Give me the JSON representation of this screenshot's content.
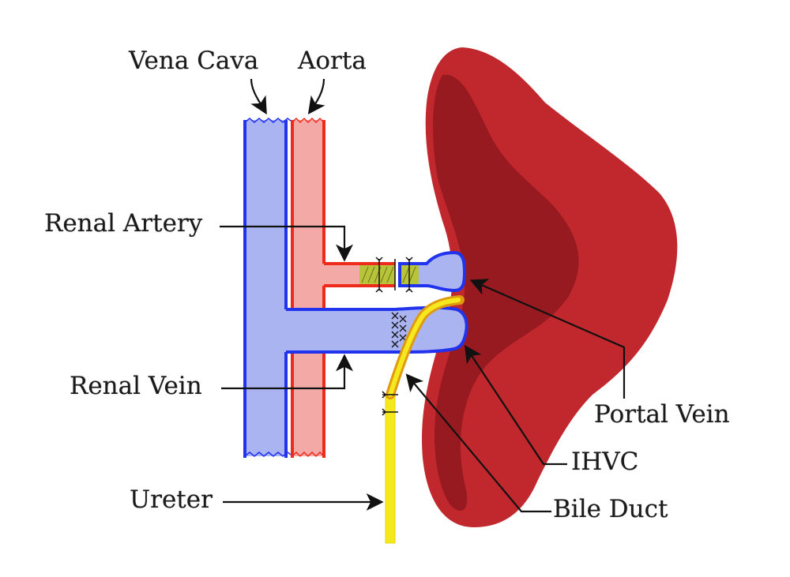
{
  "labels": {
    "vena_cava": "Vena Cava",
    "aorta": "Aorta",
    "renal_artery": "Renal Artery",
    "renal_vein": "Renal Vein",
    "ureter": "Ureter",
    "portal_vein": "Portal Vein",
    "ihvc": "IHVC",
    "bile_duct": "Bile Duct"
  },
  "colors": {
    "vein_fill": "#aab4f0",
    "vein_stroke": "#2233ee",
    "artery_fill": "#f3aaa6",
    "artery_stroke": "#ee2a1a",
    "duct": "#f5e81e",
    "bile": "#f0b81e",
    "liver_outer": "#c0282d",
    "liver_inner": "#961a20",
    "anastomosis": "#b7c43a"
  }
}
